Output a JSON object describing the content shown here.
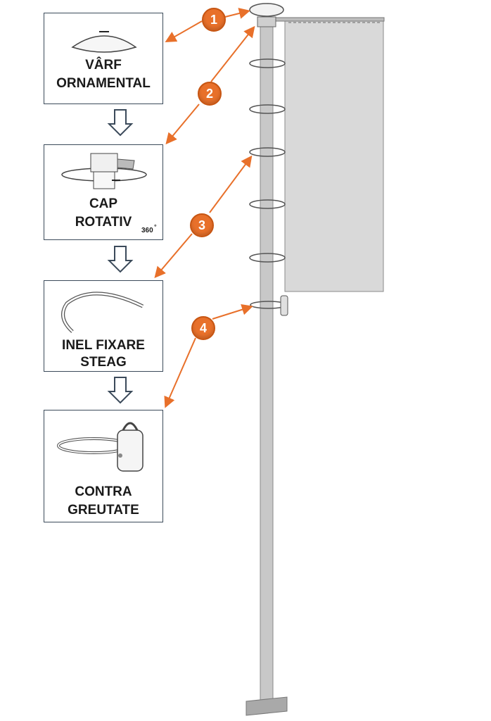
{
  "panels": {
    "top_ornament": {
      "line1": "VÂRF",
      "line2": "ORNAMENTAL"
    },
    "rotating_head": {
      "line1": "CAP",
      "line2": "ROTATIV",
      "sub": "360",
      "degree": "°"
    },
    "flag_ring": {
      "line1": "INEL FIXARE",
      "line2": "STEAG"
    },
    "counterweight": {
      "line1": "CONTRA",
      "line2": "GREUTATE"
    }
  },
  "badges": [
    "1",
    "2",
    "3",
    "4"
  ],
  "colors": {
    "accent": "#e8702a",
    "pole": "#c8c8c8",
    "flag": "#d9d9d9",
    "outline": "#3b4a5a"
  }
}
